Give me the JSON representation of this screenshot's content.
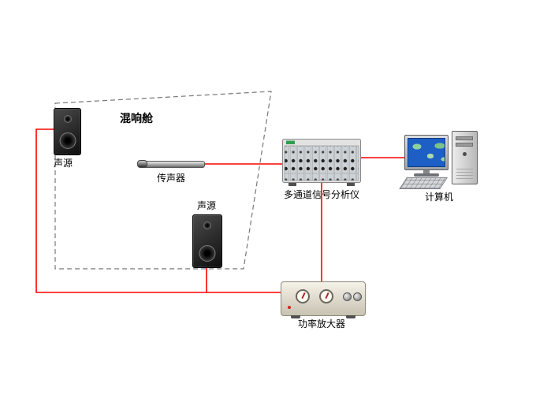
{
  "diagram": {
    "labels": {
      "chamber": "混响舱",
      "source_top": "声源",
      "microphone": "传声器",
      "source_bottom": "声源",
      "analyzer": "多通道信号分析仪",
      "computer": "计算机",
      "amplifier": "功率放大器"
    },
    "colors": {
      "wire": "#ff0000",
      "chamber_border": "#777777",
      "label_text": "#000000"
    }
  }
}
